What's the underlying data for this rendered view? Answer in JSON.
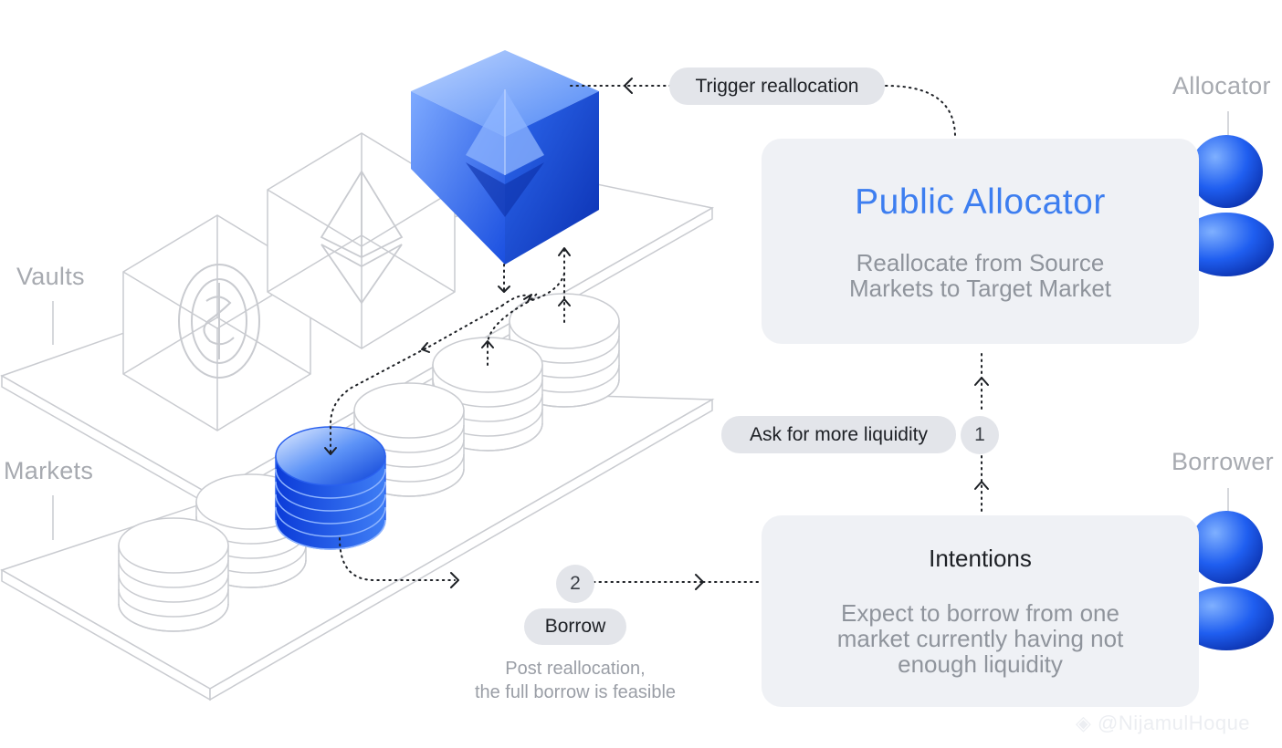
{
  "labels": {
    "vaults": "Vaults",
    "markets": "Markets",
    "allocator": "Allocator",
    "borrower": "Borrower"
  },
  "public_allocator": {
    "title": "Public Allocator",
    "line1": "Reallocate from Source",
    "line2": "Markets to Target Market"
  },
  "intentions": {
    "title": "Intentions",
    "line1": "Expect to borrow from one",
    "line2": "market currently having not",
    "line3": "enough liquidity"
  },
  "pills": {
    "trigger": "Trigger reallocation",
    "ask": "Ask for more liquidity",
    "borrow": "Borrow"
  },
  "steps": {
    "one": "1",
    "two": "2"
  },
  "caption": {
    "line1": "Post reallocation,",
    "line2": "the full borrow is feasible"
  },
  "watermark": "@NijamulHoque",
  "colors": {
    "accent_blue": "#3d7ef0",
    "deep_blue": "#0a3fd6",
    "card_bg": "#eff1f5",
    "pill_bg": "#e3e5ea",
    "outline": "#c9cbd0",
    "label_gray": "#a7aab0"
  },
  "icons": {
    "vault_usdc": "usdc-coin-icon",
    "vault_eth": "ethereum-icon",
    "vault_eth_active": "ethereum-icon",
    "person": "user-icon"
  }
}
